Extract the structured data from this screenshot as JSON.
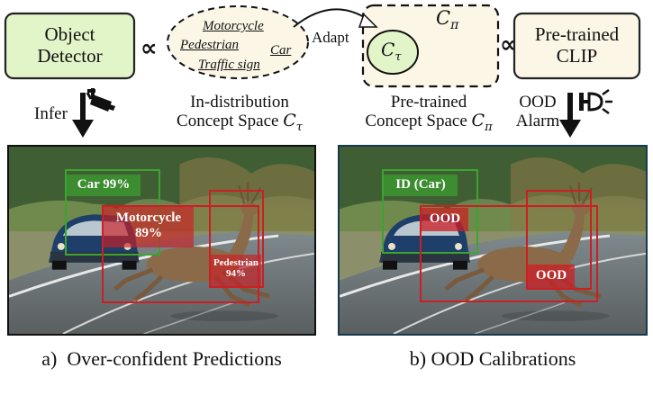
{
  "top": {
    "object_detector": "Object\nDetector",
    "pretrained_clip": "Pre-trained\nCLIP",
    "proportional_symbol": "∝",
    "id_concepts": [
      "Motorcycle",
      "Pedestrian",
      "Car",
      "Traffic sign"
    ],
    "adapt_label": "Adapt",
    "c_pi": "C",
    "c_pi_sub": "π",
    "c_tau": "C",
    "c_tau_sub": "τ"
  },
  "middle": {
    "infer_label": "Infer",
    "id_space_line1": "In-distribution",
    "id_space_line2": "Concept Space",
    "pt_space_line1": "Pre-trained",
    "pt_space_line2": "Concept Space",
    "ood_alarm_line1": "OOD",
    "ood_alarm_line2": "Alarm",
    "icons": [
      "camera-icon",
      "lightbulb-alarm-icon",
      "down-arrow-icon"
    ]
  },
  "left_panel": {
    "detections": [
      {
        "label": "Car 99%",
        "kind": "id"
      },
      {
        "label": "Motorcycle\n89%",
        "kind": "ood"
      },
      {
        "label": "Pedestrian\n94%",
        "kind": "ood"
      }
    ],
    "caption": "a)  Over-confident Predictions"
  },
  "right_panel": {
    "detections": [
      {
        "label": "ID (Car)",
        "kind": "id"
      },
      {
        "label": "OOD",
        "kind": "ood"
      },
      {
        "label": "OOD",
        "kind": "ood"
      }
    ],
    "caption": "b) OOD Calibrations"
  },
  "colors": {
    "green_box_fill": "#e2f5c9",
    "cream_box_fill": "#fbf6e6",
    "id_green": "#3aa52f",
    "ood_red": "#cc1f24",
    "right_frame": "#173a4e"
  }
}
